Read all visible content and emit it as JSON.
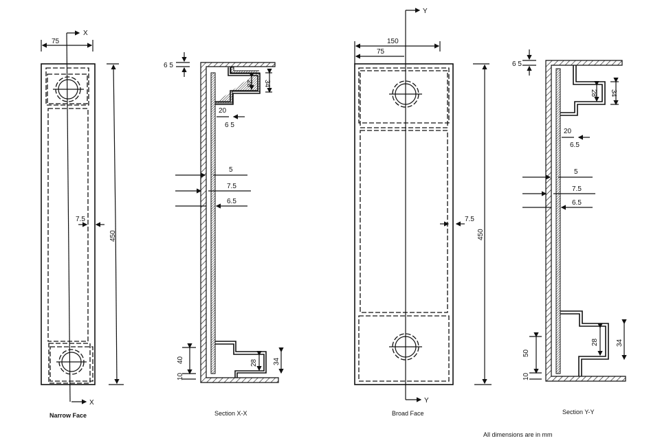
{
  "narrow_face": {
    "caption": "Narrow Face",
    "section_marker": "X",
    "width_dim": "75",
    "height_dim": "450",
    "wall_dim": "7.5"
  },
  "section_xx": {
    "caption": "Section X-X",
    "flange_dim": "6 5",
    "header_inner": "28",
    "header_outer": "34",
    "stub_dim": "20",
    "stub_wall": "6 5",
    "layer_1": "5",
    "layer_2": "7.5",
    "layer_3": "6.5",
    "bottom_offset": "40",
    "bottom_base": "10",
    "bottom_inner": "28",
    "bottom_outer": "34"
  },
  "broad_face": {
    "caption": "Broad Face",
    "section_marker": "Y",
    "width_dim": "150",
    "half_width_dim": "75",
    "height_dim": "450",
    "wall_dim": "7.5"
  },
  "section_yy": {
    "caption": "Section Y-Y",
    "flange_dim": "6 5",
    "header_inner": "28",
    "header_outer": "34",
    "stub_dim": "20",
    "stub_wall": "6.5",
    "layer_1": "5",
    "layer_2": "7.5",
    "layer_3": "6.5",
    "bottom_offset": "50",
    "bottom_base": "10",
    "bottom_inner": "28",
    "bottom_outer": "34"
  },
  "footnote": "All dimensions are in mm"
}
